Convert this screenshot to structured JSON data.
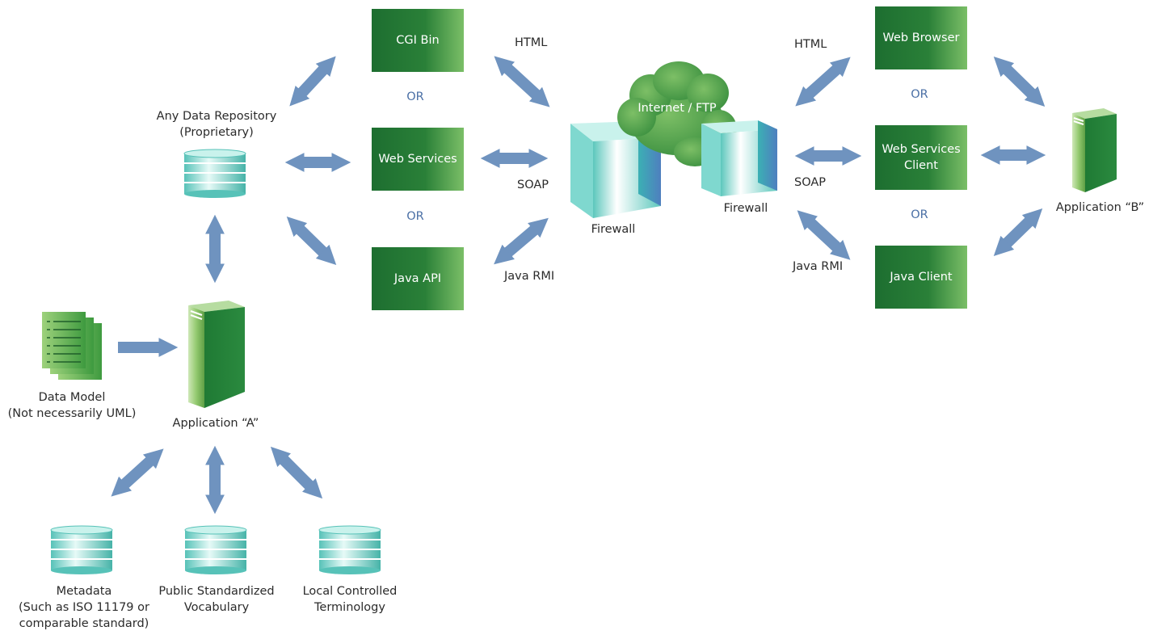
{
  "boxes": {
    "cgi_bin": "CGI Bin",
    "web_services": "Web Services",
    "java_api": "Java API",
    "web_browser": "Web Browser",
    "web_services_client_line1": "Web Services",
    "web_services_client_line2": "Client",
    "java_client": "Java Client"
  },
  "or_label": "OR",
  "protocols": {
    "html": "HTML",
    "soap": "SOAP",
    "java_rmi": "Java RMI"
  },
  "labels": {
    "repo_line1": "Any Data Repository",
    "repo_line2": "(Proprietary)",
    "data_model_line1": "Data Model",
    "data_model_line2": "(Not necessarily UML)",
    "app_a": "Application “A”",
    "app_b": "Application “B”",
    "firewall": "Firewall",
    "internet": "Internet / FTP",
    "metadata_line1": "Metadata",
    "metadata_line2": "(Such as ISO 11179 or",
    "metadata_line3": "comparable standard)",
    "vocab_line1": "Public Standardized",
    "vocab_line2": "Vocabulary",
    "term_line1": "Local Controlled",
    "term_line2": "Terminology"
  },
  "colors": {
    "arrow": "#6f93bf",
    "box_green": "#2a8038",
    "db_teal": "#7fd8cf",
    "or_text": "#4a6fa5"
  },
  "icons": [
    "database-icon",
    "server-icon",
    "firewall-icon",
    "cloud-icon",
    "document-stack-icon"
  ]
}
